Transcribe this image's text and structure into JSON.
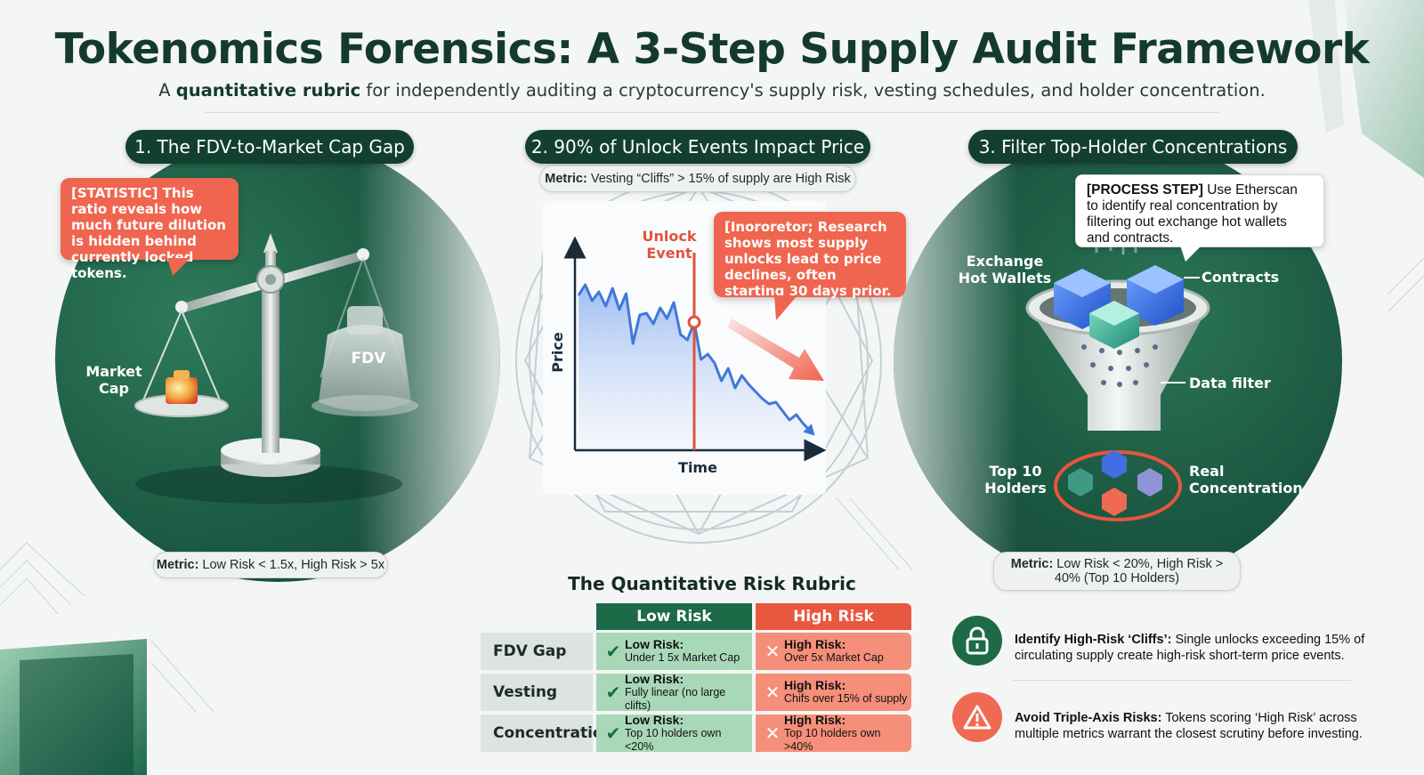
{
  "header": {
    "title": "Tokenomics Forensics: A 3-Step Supply Audit Framework",
    "subtitle_prefix": "A ",
    "subtitle_bold": "quantitative rubric",
    "subtitle_rest": " for independently auditing a cryptocurrency's supply risk, vesting schedules, and holder concentration."
  },
  "steps": [
    {
      "heading": "1. The FDV-to-Market Cap Gap",
      "callout": "[STATISTIC] This ratio reveals how much future dilution is hidden behind currently locked tokens.",
      "label_left": "Market Cap",
      "label_right": "FDV",
      "metric_label": "Metric:",
      "metric_value": "Low Risk < 1.5x, High Risk > 5x"
    },
    {
      "heading": "2. 90% of Unlock Events Impact Price",
      "metric_label": "Metric:",
      "metric_value": "Vesting “Cliffs” > 15% of supply are High Risk",
      "event_label": "Unlock Event",
      "callout": "[Inororetor; Research shows most supply unlocks lead to price declines, often starting 30 days prior.",
      "y_axis": "Price",
      "x_axis": "Time"
    },
    {
      "heading": "3. Filter Top-Holder Concentrations",
      "callout_bold": "[PROCESS STEP]",
      "callout_rest": " Use Etherscan to identify real concentration by filtering out exchange hot wallets and contracts.",
      "label_exchange": "Exchange Hot Wallets",
      "label_contracts": "Contracts",
      "label_filter": "Data filter",
      "label_top10": "Top 10 Holders",
      "label_real": "Real Concentration",
      "metric_label": "Metric:",
      "metric_value": "Low Risk < 20%, High Risk > 40% (Top 10 Holders)"
    }
  ],
  "chart_data": {
    "type": "line",
    "x_label": "Time",
    "y_label": "Price",
    "event_label": "Unlock Event",
    "event_x": 0.5,
    "values": [
      0.82,
      0.88,
      0.79,
      0.84,
      0.76,
      0.86,
      0.74,
      0.83,
      0.55,
      0.71,
      0.72,
      0.66,
      0.75,
      0.69,
      0.78,
      0.6,
      0.57,
      0.67,
      0.46,
      0.49,
      0.44,
      0.34,
      0.41,
      0.3,
      0.37,
      0.32,
      0.28,
      0.24,
      0.21,
      0.22,
      0.17,
      0.12,
      0.15,
      0.1,
      0.06
    ],
    "colors": {
      "line": "#3f78d8",
      "event": "#e0533c"
    }
  },
  "rubric": {
    "title": "The Quantitative Risk Rubric",
    "col_low": "Low Risk",
    "col_high": "High Risk",
    "rows": [
      {
        "label": "FDV Gap",
        "low_title": "Low Risk:",
        "low_text": "Under 1 5x Market Cap",
        "high_title": "High Risk:",
        "high_text": "Over 5x Market Cap"
      },
      {
        "label": "Vesting",
        "low_title": "Low Risk:",
        "low_text": "Fully linear (no large clifts)",
        "high_title": "High Risk:",
        "high_text": "Chifs over 15% of supply"
      },
      {
        "label": "Concentration",
        "low_title": "Low Risk:",
        "low_text": "Top 10 holders own <20%",
        "high_title": "High Risk:",
        "high_text": "Top 10 holders own >40%"
      }
    ]
  },
  "notes": [
    {
      "icon": "lock-icon",
      "bold": "Identify High-Risk ‘Cliffs’:",
      "text": " Single unlocks exceeding 15% of circulating supply create high-risk short-term price events."
    },
    {
      "icon": "warning-icon",
      "bold": "Avoid Triple-Axis Risks:",
      "text": " Tokens scoring ‘High Risk’ across multiple metrics warrant the closest scrutiny before investing."
    }
  ],
  "colors": {
    "dark_green": "#133f31",
    "red": "#f0654f",
    "low_green": "#a9d8b8",
    "high_red": "#f58f79"
  }
}
